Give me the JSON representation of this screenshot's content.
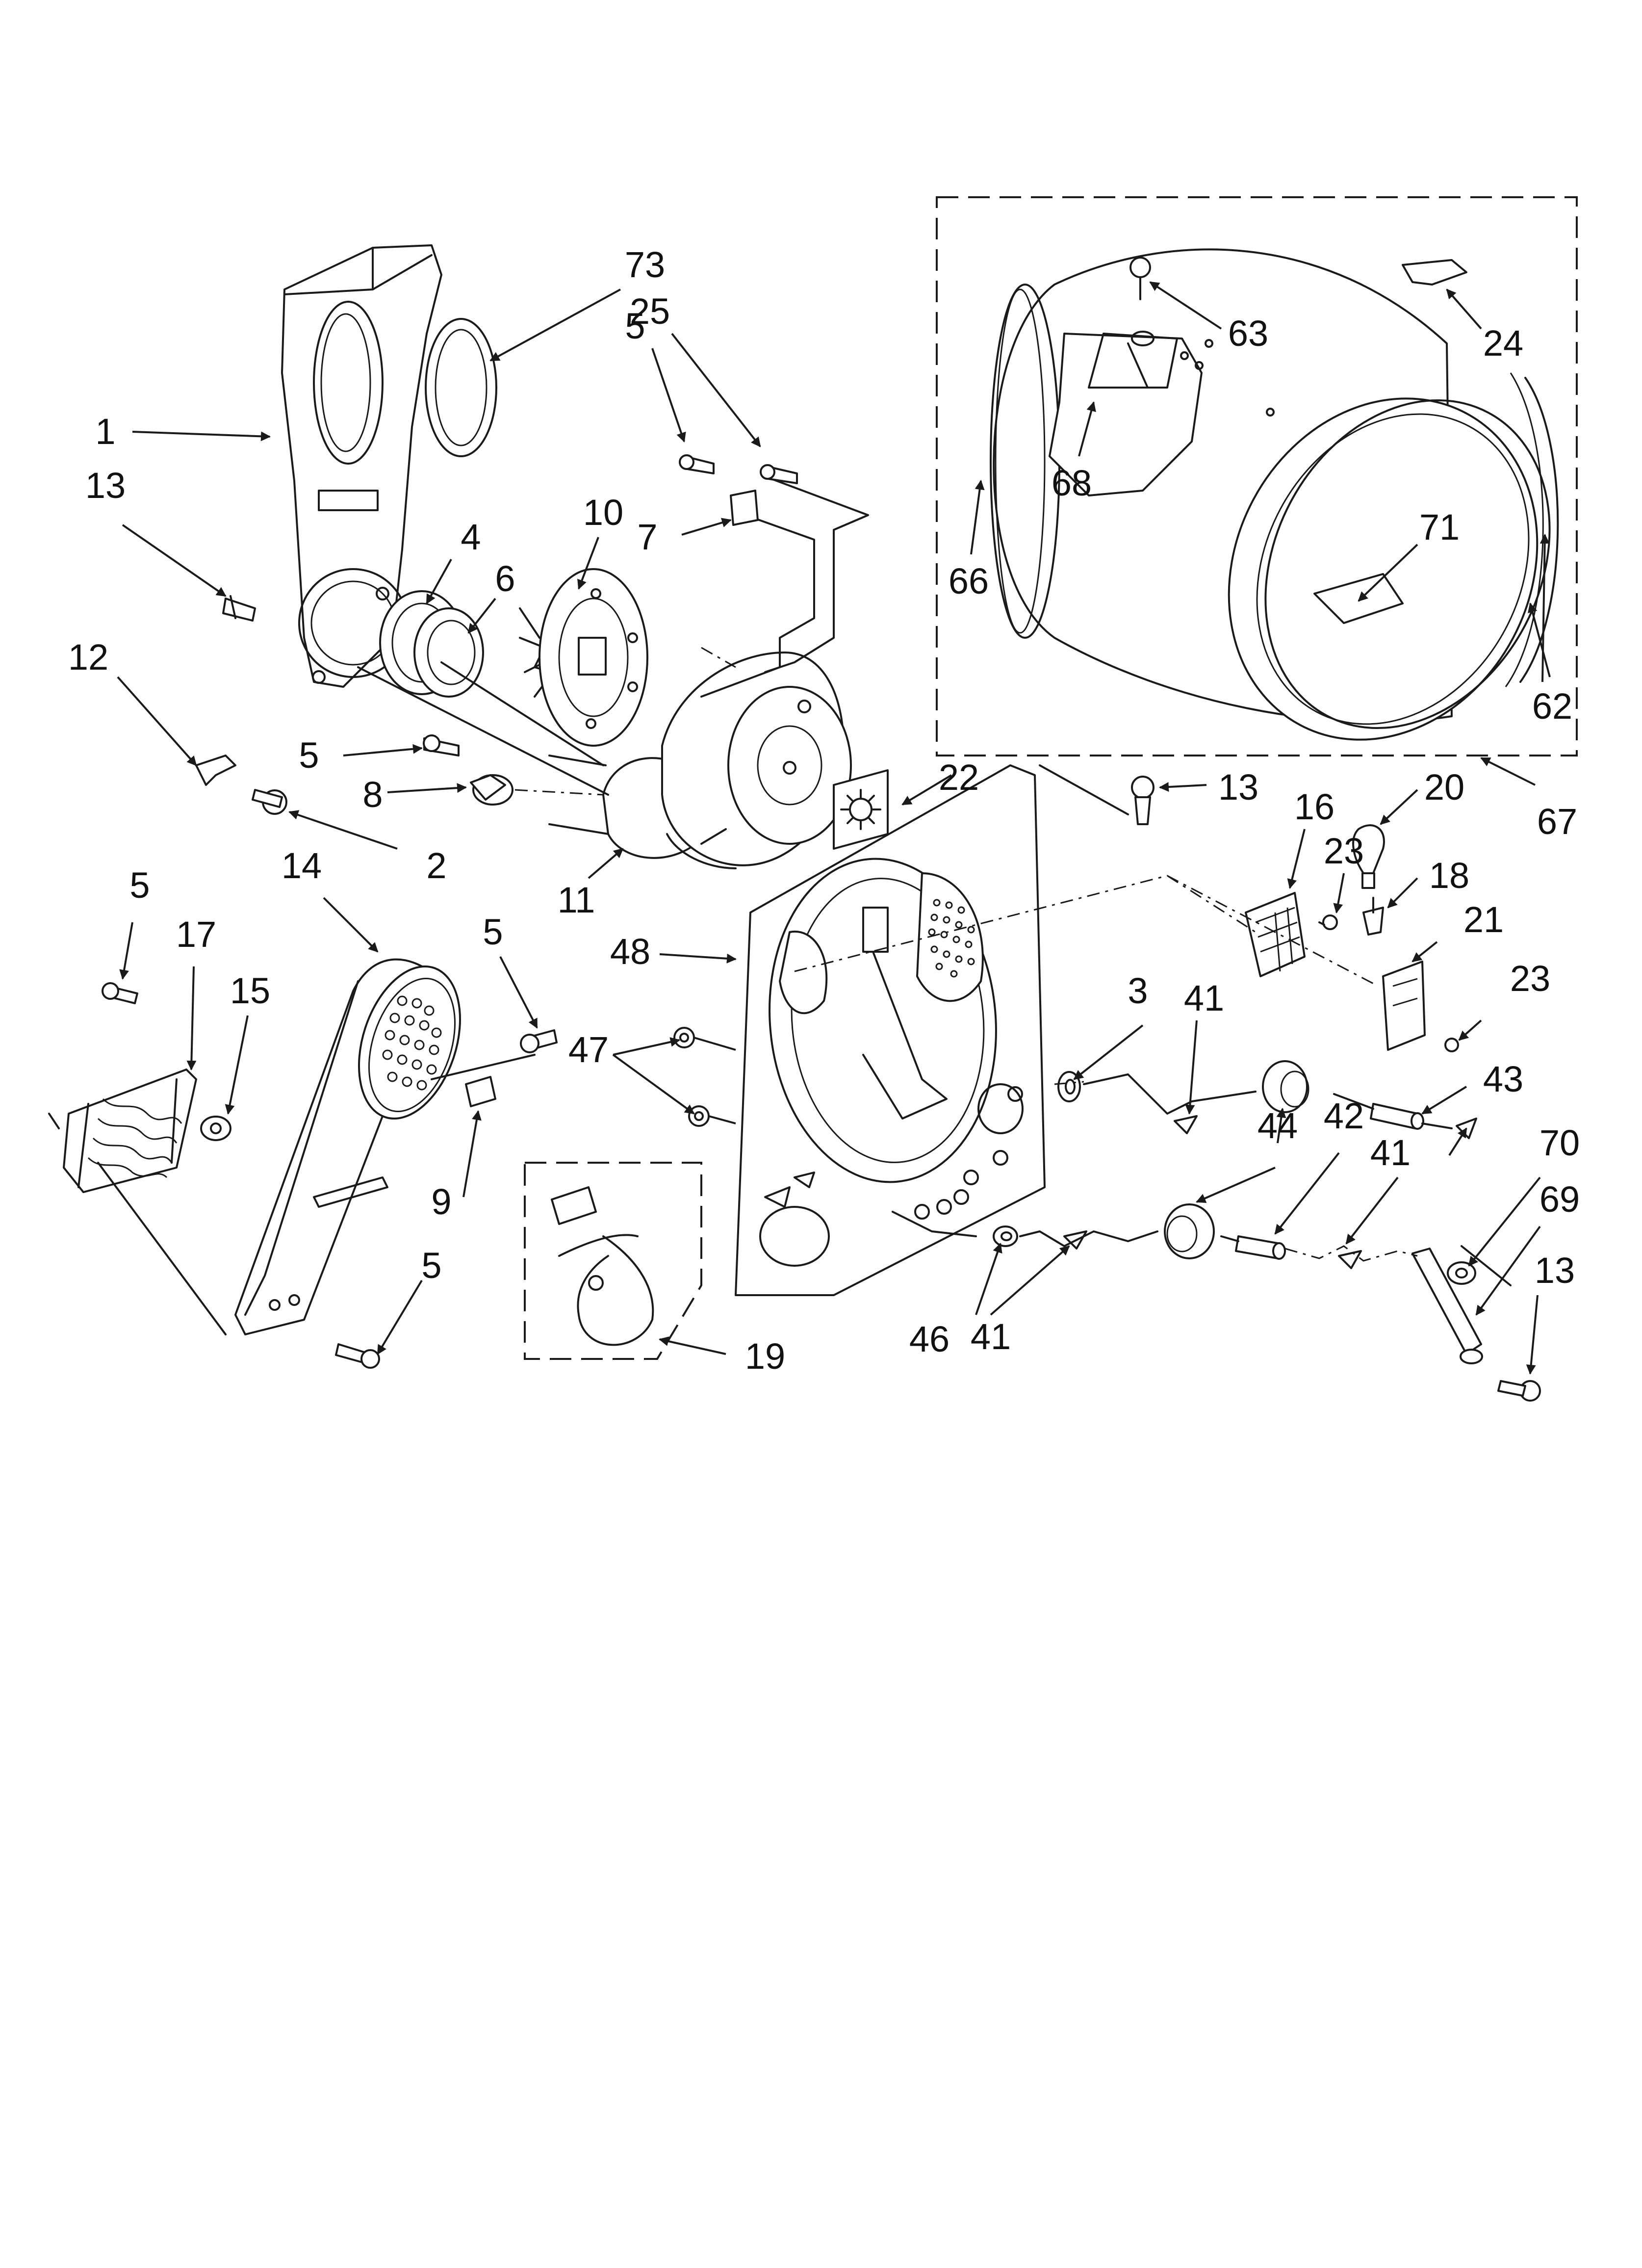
{
  "diagram": {
    "labels": [
      {
        "id": "c73a",
        "text": "73"
      },
      {
        "id": "c25a",
        "text": "25"
      },
      {
        "id": "c5a",
        "text": "5"
      },
      {
        "id": "c1a",
        "text": "1"
      },
      {
        "id": "c13a",
        "text": "13"
      },
      {
        "id": "c10a",
        "text": "10"
      },
      {
        "id": "c7a",
        "text": "7"
      },
      {
        "id": "c4a",
        "text": "4"
      },
      {
        "id": "c6a",
        "text": "6"
      },
      {
        "id": "c12a",
        "text": "12"
      },
      {
        "id": "c5b",
        "text": "5"
      },
      {
        "id": "c8a",
        "text": "8"
      },
      {
        "id": "c2a",
        "text": "2"
      },
      {
        "id": "c11a",
        "text": "11"
      },
      {
        "id": "c22a",
        "text": "22"
      },
      {
        "id": "c63a",
        "text": "63"
      },
      {
        "id": "c24a",
        "text": "24"
      },
      {
        "id": "c68a",
        "text": "68"
      },
      {
        "id": "c66a",
        "text": "66"
      },
      {
        "id": "c71a",
        "text": "71"
      },
      {
        "id": "c62a",
        "text": "62"
      },
      {
        "id": "c67a",
        "text": "67"
      },
      {
        "id": "c13b",
        "text": "13"
      },
      {
        "id": "c16a",
        "text": "16"
      },
      {
        "id": "c20a",
        "text": "20"
      },
      {
        "id": "c23a",
        "text": "23"
      },
      {
        "id": "c18a",
        "text": "18"
      },
      {
        "id": "c21a",
        "text": "21"
      },
      {
        "id": "c23b",
        "text": "23"
      },
      {
        "id": "c5c",
        "text": "5"
      },
      {
        "id": "c17a",
        "text": "17"
      },
      {
        "id": "c14a",
        "text": "14"
      },
      {
        "id": "c15a",
        "text": "15"
      },
      {
        "id": "c5d",
        "text": "5"
      },
      {
        "id": "c48a",
        "text": "48"
      },
      {
        "id": "c47a",
        "text": "47"
      },
      {
        "id": "c9a",
        "text": "9"
      },
      {
        "id": "c5e",
        "text": "5"
      },
      {
        "id": "c19a",
        "text": "19"
      },
      {
        "id": "c3a",
        "text": "3"
      },
      {
        "id": "c41a",
        "text": "41"
      },
      {
        "id": "c43a",
        "text": "43"
      },
      {
        "id": "c44a",
        "text": "44"
      },
      {
        "id": "c42a",
        "text": "42"
      },
      {
        "id": "c41b",
        "text": "41"
      },
      {
        "id": "c70a",
        "text": "70"
      },
      {
        "id": "c69a",
        "text": "69"
      },
      {
        "id": "c13c",
        "text": "13"
      },
      {
        "id": "c46a",
        "text": "46"
      },
      {
        "id": "c41c",
        "text": "41"
      }
    ]
  }
}
